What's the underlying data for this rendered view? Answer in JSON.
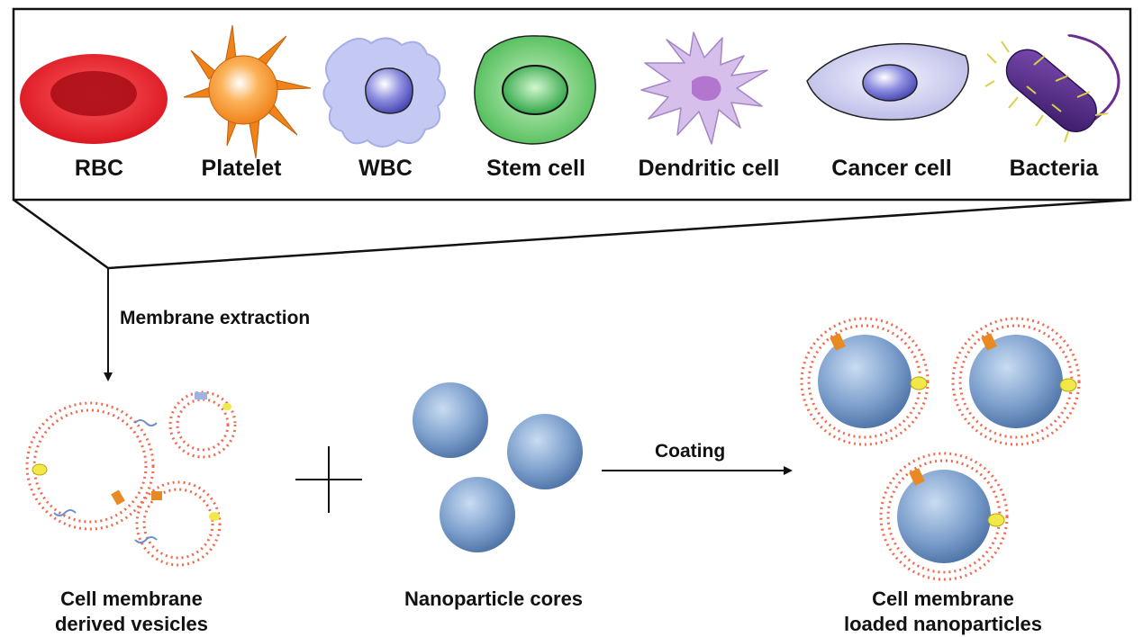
{
  "cell_types": [
    {
      "label": "RBC",
      "icon": "red-blood-cell-icon",
      "color": "#e8232e"
    },
    {
      "label": "Platelet",
      "icon": "platelet-icon",
      "color": "#f7941d"
    },
    {
      "label": "WBC",
      "icon": "white-blood-cell-icon",
      "color": "#b8c1f0"
    },
    {
      "label": "Stem cell",
      "icon": "stem-cell-icon",
      "color": "#4cbf55"
    },
    {
      "label": "Dendritic cell",
      "icon": "dendritic-cell-icon",
      "color": "#c9a6e0"
    },
    {
      "label": "Cancer cell",
      "icon": "cancer-cell-icon",
      "color": "#c8c8ee"
    },
    {
      "label": "Bacteria",
      "icon": "bacteria-icon",
      "color": "#5b2d86"
    }
  ],
  "steps": {
    "extraction": "Membrane extraction",
    "coating": "Coating"
  },
  "products": {
    "vesicles": {
      "line1": "Cell membrane",
      "line2": "derived vesicles"
    },
    "cores": {
      "line1": "Nanoparticle cores"
    },
    "loaded": {
      "line1": "Cell membrane",
      "line2": "loaded nanoparticles"
    }
  },
  "colors": {
    "membrane": "#ef6a4f",
    "nanoparticle": "#6f93c4"
  }
}
